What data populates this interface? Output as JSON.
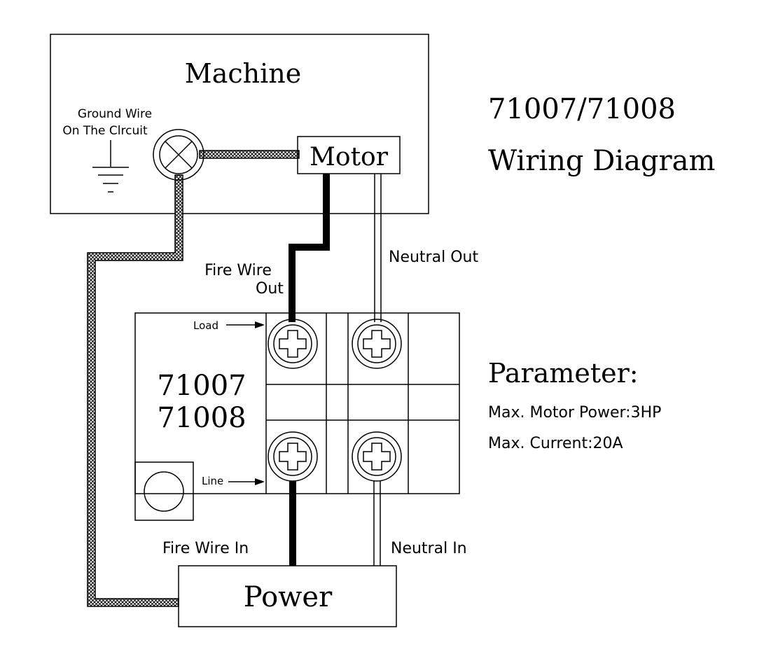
{
  "machine": {
    "label": "Machine"
  },
  "ground": {
    "line1": "Ground Wire",
    "line2": "On The Clrcuit"
  },
  "motor": {
    "label": "Motor"
  },
  "title": {
    "line1": "71007/71008",
    "line2": "Wiring Diagram"
  },
  "wires": {
    "fire_out_line1": "Fire Wire",
    "fire_out_line2": "Out",
    "neutral_out": "Neutral Out",
    "fire_in": "Fire Wire In",
    "neutral_in": "Neutral In"
  },
  "device": {
    "model1": "71007",
    "model2": "71008",
    "load": "Load",
    "line": "Line"
  },
  "parameter": {
    "heading": "Parameter:",
    "motor_power": "Max. Motor Power:3HP",
    "current": "Max. Current:20A"
  },
  "power": {
    "label": "Power"
  }
}
